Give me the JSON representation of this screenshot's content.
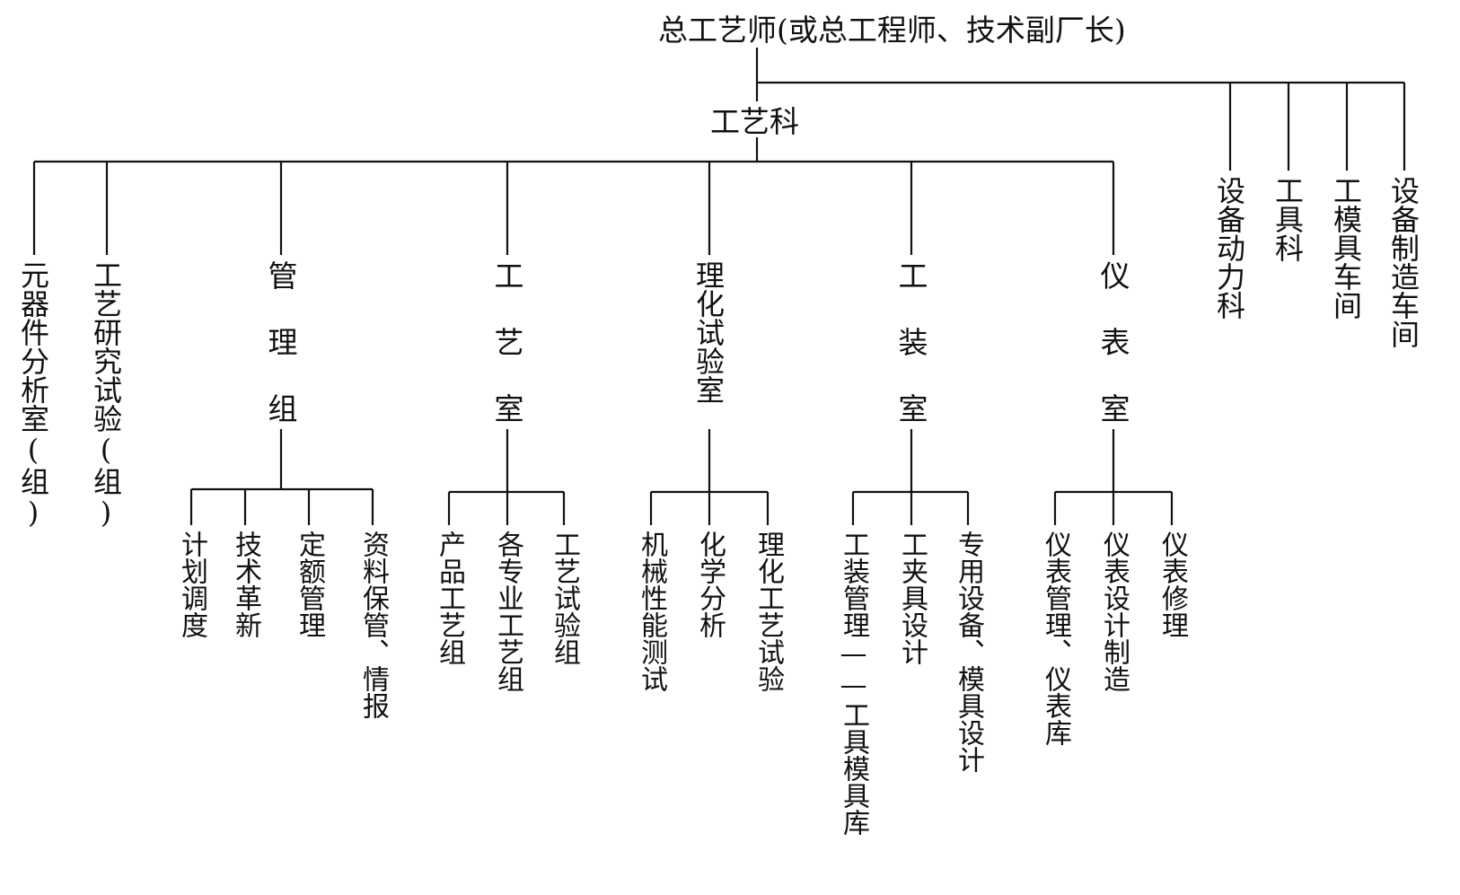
{
  "root": {
    "label": "总工艺师(或总工程师、技术副厂长)",
    "right_departments": [
      "设备动力科",
      "工具科",
      "工模具车间",
      "设备制造车间"
    ]
  },
  "process_section": {
    "label": "工艺科",
    "units": [
      {
        "name": "元器件分析室(组)",
        "subunits": []
      },
      {
        "name": "工艺研究试验(组)",
        "subunits": []
      },
      {
        "name": "管理组",
        "subunits": [
          "计划调度",
          "技术革新",
          "定额管理",
          "资料保管、情报"
        ]
      },
      {
        "name": "工艺室",
        "subunits": [
          "产品工艺组",
          "各专业工艺组",
          "工艺试验组"
        ]
      },
      {
        "name": "理化试验室",
        "subunits": [
          "机械性能测试",
          "化学分析",
          "理化工艺试验"
        ]
      },
      {
        "name": "工装室",
        "subunits": [
          "工装管理——工具模具库",
          "工夹具设计",
          "专用设备、模具设计"
        ]
      },
      {
        "name": "仪表室",
        "subunits": [
          "仪表管理、仪表库",
          "仪表设计制造",
          "仪表修理"
        ]
      }
    ]
  }
}
